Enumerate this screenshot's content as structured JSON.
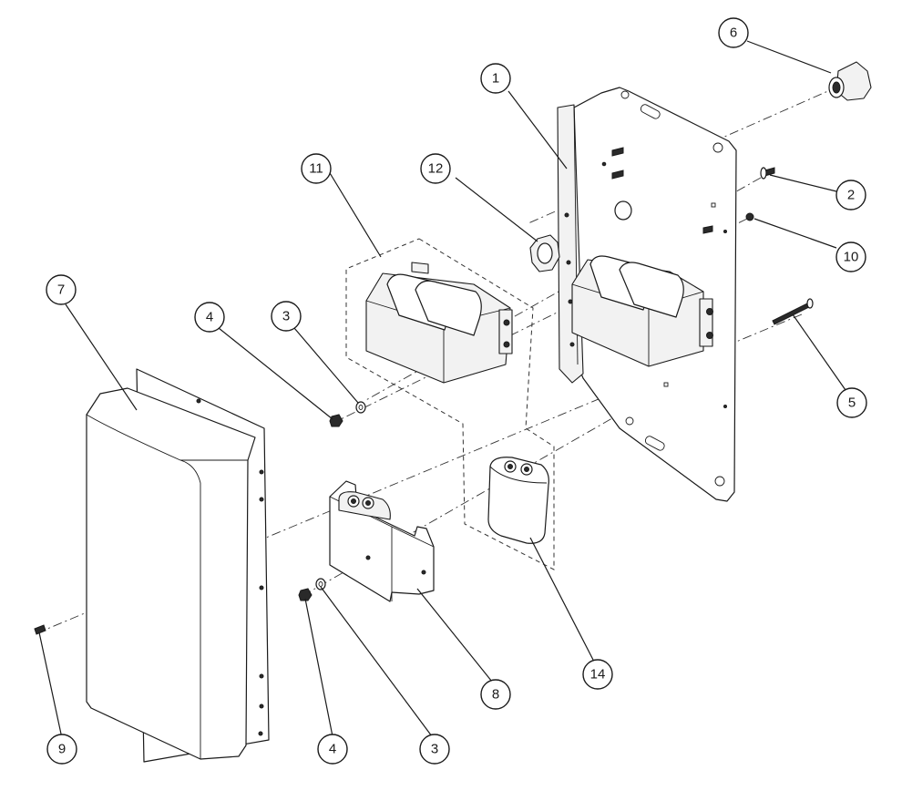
{
  "diagram": {
    "callouts": [
      {
        "id": "c1",
        "label": "1"
      },
      {
        "id": "c2",
        "label": "2"
      },
      {
        "id": "c3a",
        "label": "3"
      },
      {
        "id": "c3b",
        "label": "3"
      },
      {
        "id": "c4a",
        "label": "4"
      },
      {
        "id": "c4b",
        "label": "4"
      },
      {
        "id": "c5",
        "label": "5"
      },
      {
        "id": "c6",
        "label": "6"
      },
      {
        "id": "c7",
        "label": "7"
      },
      {
        "id": "c8",
        "label": "8"
      },
      {
        "id": "c9",
        "label": "9"
      },
      {
        "id": "c10",
        "label": "10"
      },
      {
        "id": "c11",
        "label": "11"
      },
      {
        "id": "c12",
        "label": "12"
      },
      {
        "id": "c14",
        "label": "14"
      }
    ]
  }
}
